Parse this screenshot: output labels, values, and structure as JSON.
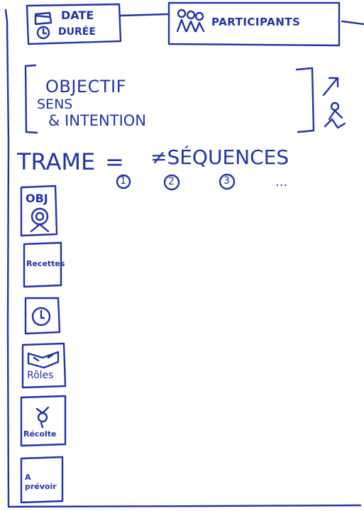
{
  "header": {
    "date_label": "DATE",
    "duration_label": "DURÉE",
    "participants_label": "PARTICIPANTS"
  },
  "objective": {
    "line1": "OBJECTIF",
    "line2": "SENS",
    "line3": "& INTENTION"
  },
  "trame": {
    "label": "TRAME",
    "equals": "=",
    "sequences": "≠SÉQUENCES",
    "seq1": "1",
    "seq2": "2",
    "seq3": "3",
    "ellipsis": "..."
  },
  "sidebar": {
    "items": [
      {
        "label": "OBJ"
      },
      {
        "label": "Recettes"
      },
      {
        "label": ""
      },
      {
        "label": "Rôles"
      },
      {
        "label": "Récolte"
      },
      {
        "label": "A prévoir"
      }
    ]
  },
  "colors": {
    "ink": "#2233a6"
  }
}
